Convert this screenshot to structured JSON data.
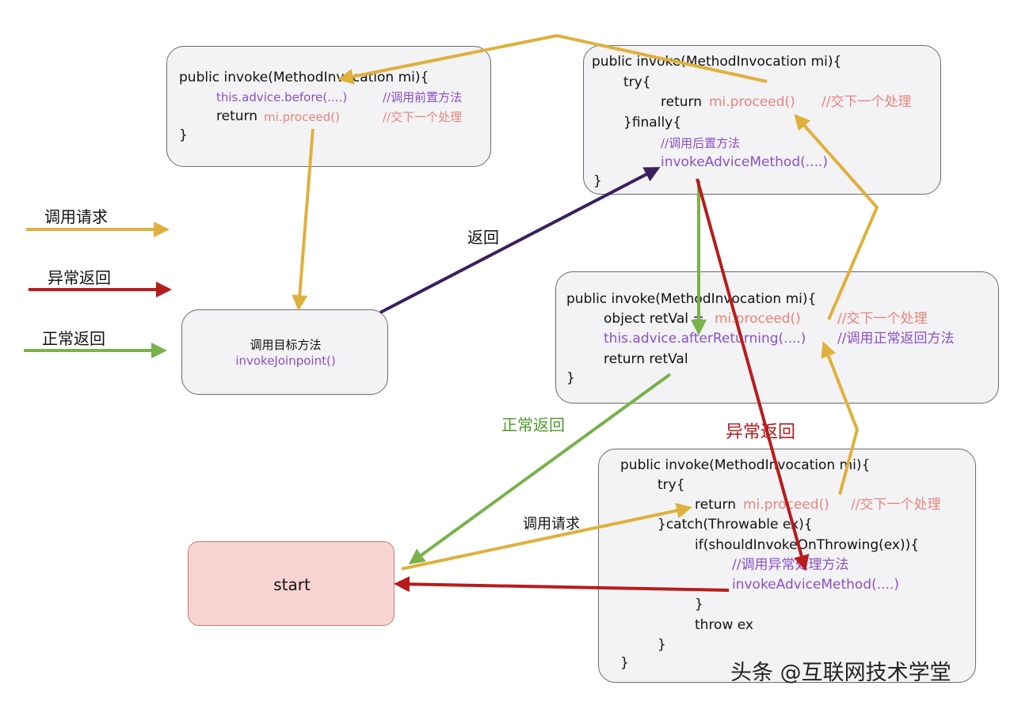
{
  "legend": {
    "call_request": "调用请求",
    "exception_return": "异常返回",
    "normal_return": "正常返回"
  },
  "colors": {
    "call": "#e0b03c",
    "exception": "#b71c1c",
    "normal": "#78b24a",
    "return": "#3b1f5f",
    "purple_text": "#8a4fc6",
    "salmon_text": "#e8837b",
    "start_fill": "#f8d3d1"
  },
  "box_before": {
    "line1": "public invoke(MethodInvocation mi){",
    "line2_code": "this.advice.before(....)",
    "line2_comment": "//调用前置方法",
    "line3_kw": "return",
    "line3_code": "mi.proceed()",
    "line3_comment": "//交下一个处理",
    "line4": "}"
  },
  "box_after": {
    "line1": "public invoke(MethodInvocation mi){",
    "line2": "try{",
    "line3_kw": "return",
    "line3_code": "mi.proceed()",
    "line3_comment": "//交下一个处理",
    "line4": "}finally{",
    "line5_comment": "//调用后置方法",
    "line6_code": "invokeAdviceMethod(....)",
    "line7": "}"
  },
  "box_target": {
    "title": "调用目标方法",
    "code": "invokeJoinpoint()"
  },
  "box_returning": {
    "line1": "public invoke(MethodInvocation mi){",
    "line2_kw": "object retVal =",
    "line2_code": "mi.proceed()",
    "line2_comment": "//交下一个处理",
    "line3_code": "this.advice.afterReturning(....)",
    "line3_comment": "//调用正常返回方法",
    "line4": "return retVal",
    "line5": "}"
  },
  "box_throwing": {
    "line1": "public invoke(MethodInvocation mi){",
    "line2": "try{",
    "line3_kw": "return",
    "line3_code": "mi.proceed()",
    "line3_comment": "//交下一个处理",
    "line4": "}catch(Throwable ex){",
    "line5": "if(shouldInvokeOnThrowing(ex)){",
    "line6_comment": "//调用异常处理方法",
    "line7_code": "invokeAdviceMethod(....)",
    "line8": "}",
    "line9": "throw ex",
    "line10": "}",
    "line11": "}"
  },
  "box_start": {
    "label": "start"
  },
  "arrow_labels": {
    "return": "返回",
    "normal_return": "正常返回",
    "exception_return": "异常返回",
    "call_request": "调用请求"
  },
  "watermark": "头条 @互联网技术学堂"
}
